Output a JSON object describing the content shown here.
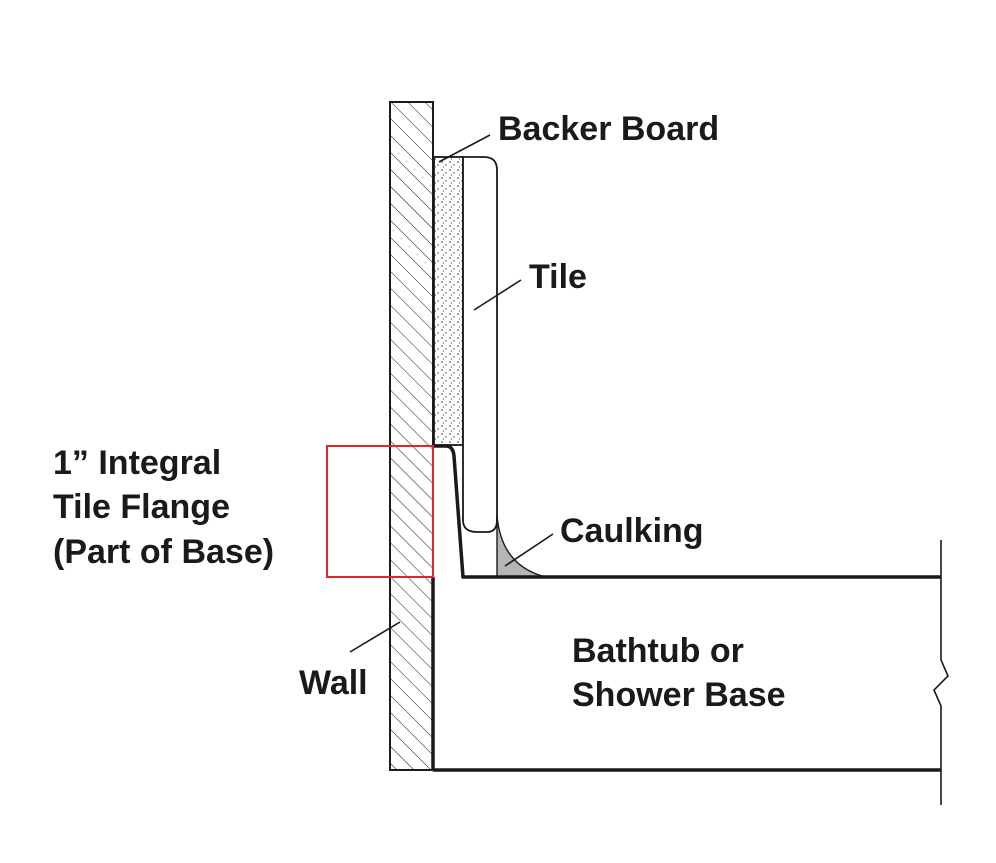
{
  "labels": {
    "backer_board": "Backer Board",
    "tile": "Tile",
    "caulking": "Caulking",
    "flange_line1": "1” Integral",
    "flange_line2": "Tile Flange",
    "flange_line3": "(Part of Base)",
    "wall": "Wall",
    "base_line1": "Bathtub or",
    "base_line2": "Shower Base"
  },
  "colors": {
    "stroke": "#1a1a1a",
    "highlight_box": "#e0262b",
    "caulk_fill": "#b5b5b5"
  }
}
